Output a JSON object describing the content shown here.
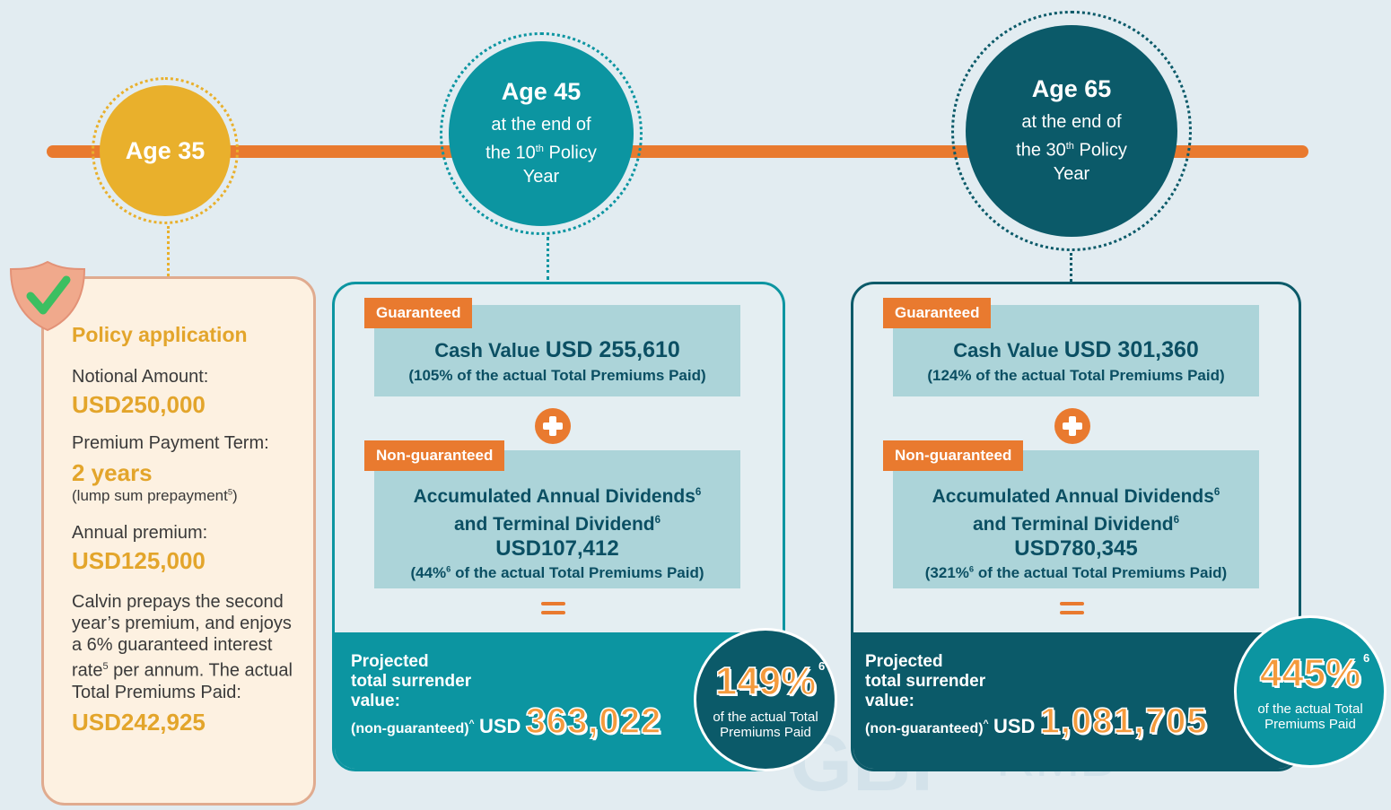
{
  "colors": {
    "orange": "#e97a2f",
    "gold": "#e9b02c",
    "teal": "#0c95a1",
    "dark_teal": "#0b5a69",
    "box": "#acd4d9"
  },
  "milestones": [
    {
      "title": "Age 35"
    },
    {
      "title": "Age 45",
      "line1": "at the end of",
      "line2_pre": "the 10",
      "line2_sup": "th",
      "line2_post": " Policy",
      "line3": "Year"
    },
    {
      "title": "Age 65",
      "line1": "at the end of",
      "line2_pre": "the 30",
      "line2_sup": "th",
      "line2_post": " Policy",
      "line3": "Year"
    }
  ],
  "application": {
    "heading": "Policy application",
    "notional_label": "Notional Amount:",
    "notional_value": "USD250,000",
    "term_label": "Premium Payment Term:",
    "term_value": "2 years",
    "term_note": "(lump sum prepayment",
    "term_note_sup": "5",
    "term_note_end": ")",
    "annual_label": "Annual premium:",
    "annual_value": "USD125,000",
    "desc_1": "Calvin prepays the second year’s premium, and enjoys a 6% guaranteed interest rate",
    "desc_sup": "5",
    "desc_2": " per annum. The actual Total Premiums Paid:",
    "total_value": "USD242,925"
  },
  "panels": [
    {
      "guaranteed_tag": "Guaranteed",
      "cash_label": "Cash Value ",
      "cash_value": "USD 255,610",
      "cash_pct": "(105% of the actual Total Premiums Paid)",
      "nonguaranteed_tag": "Non-guaranteed",
      "div_line1": "Accumulated Annual Dividends",
      "div_line2": "and Terminal Dividend",
      "sup6": "6",
      "div_value": "USD107,412",
      "div_pct_pre": "(44%",
      "div_pct_post": " of the actual Total Premiums Paid)",
      "proj_l1": "Projected",
      "proj_l2": "total surrender",
      "proj_l3": "value:",
      "proj_l4": "(non-guaranteed)",
      "caret": "^",
      "usd": "USD",
      "proj_value": "363,022",
      "pct": "149%",
      "pct_sup": "6",
      "pct_note_1": "of the actual Total",
      "pct_note_2": "Premiums Paid"
    },
    {
      "guaranteed_tag": "Guaranteed",
      "cash_label": "Cash Value ",
      "cash_value": "USD 301,360",
      "cash_pct": "(124% of the actual Total Premiums Paid)",
      "nonguaranteed_tag": "Non-guaranteed",
      "div_line1": "Accumulated Annual Dividends",
      "div_line2": "and Terminal Dividend",
      "sup6": "6",
      "div_value": "USD780,345",
      "div_pct_pre": "(321%",
      "div_pct_post": " of the actual Total Premiums Paid)",
      "proj_l1": "Projected",
      "proj_l2": "total surrender",
      "proj_l3": "value:",
      "proj_l4": "(non-guaranteed)",
      "caret": "^",
      "usd": "USD",
      "proj_value": "1,081,705",
      "pct": "445%",
      "pct_sup": "6",
      "pct_note_1": "of the actual Total",
      "pct_note_2": "Premiums Paid"
    }
  ],
  "watermark": {
    "w1": "GBP",
    "w2": "RMB"
  }
}
